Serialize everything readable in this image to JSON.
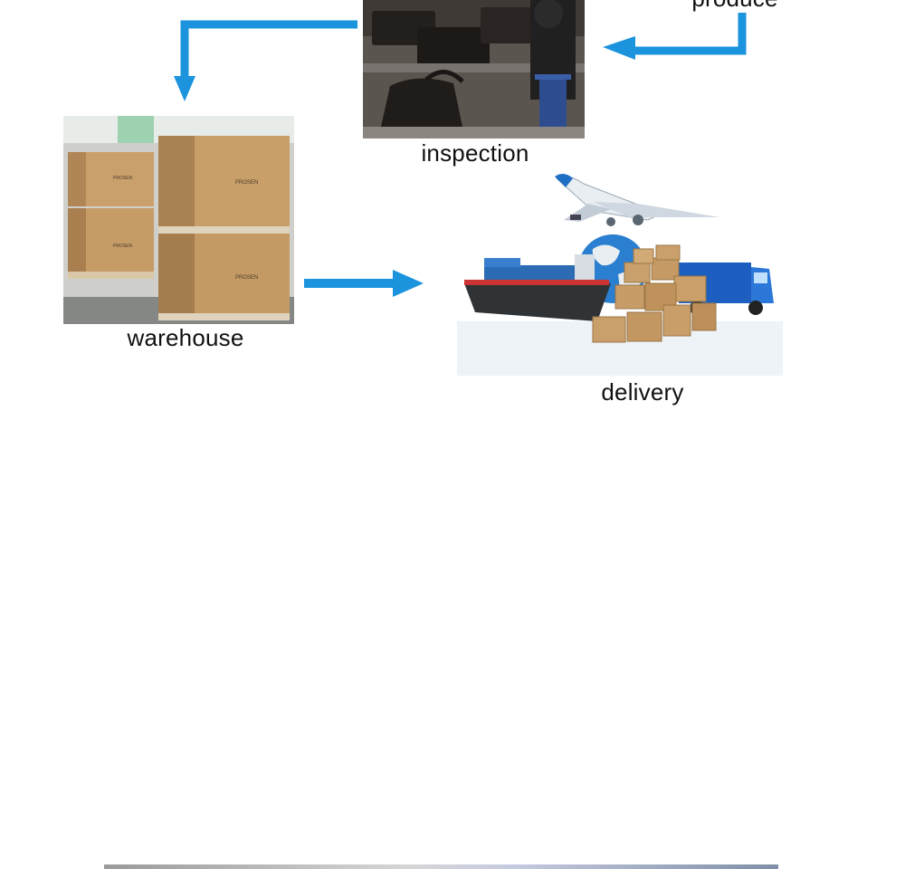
{
  "steps": {
    "produce": {
      "label": "produce"
    },
    "inspection": {
      "label": "inspection"
    },
    "warehouse": {
      "label": "warehouse"
    },
    "delivery": {
      "label": "delivery"
    }
  },
  "colors": {
    "arrow": "#1b93dd",
    "box_kraft": "#c9a06b",
    "ocean_blue": "#2b7fd0"
  },
  "icons": [
    "produce-arrow",
    "inspection-photo",
    "warehouse-photo",
    "delivery-illustration"
  ]
}
